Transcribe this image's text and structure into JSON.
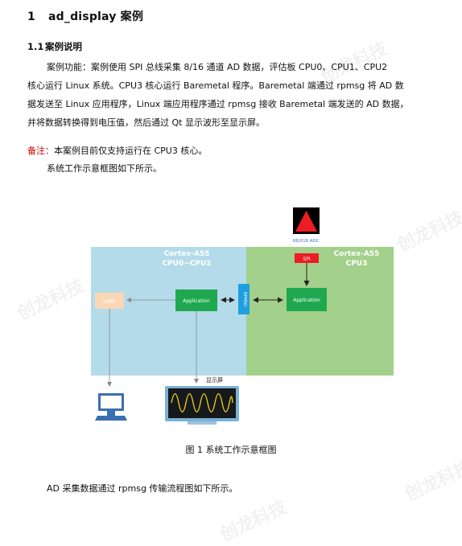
{
  "heading1": {
    "number": "1",
    "text": "ad_display 案例"
  },
  "heading2": {
    "number": "1.1",
    "text": "案例说明"
  },
  "paragraph_lines": [
    "案例功能：案例使用 SPI 总线采集 8/16 通道 AD 数据，评估板 CPU0、CPU1、CPU2",
    "核心运行 Linux 系统。CPU3 核心运行 Baremetal 程序。Baremetal 端通过 rpmsg 将 AD 数",
    "据发送至 Linux 应用程序，Linux 端应用程序通过 rpmsg 接收 Baremetal 端发送的 AD 数据，",
    "并将数据转换得到电压值，然后通过 Qt 显示波形至显示屏。"
  ],
  "note": {
    "label": "备注：",
    "text": "本案例目前仅支持运行在 CPU3 核心。"
  },
  "intro_text": "系统工作示意框图如下所示。",
  "diagram": {
    "left_region_title_1": "Cortex-A55",
    "left_region_title_2": "CPU0~CPU2",
    "right_region_title_1": "Cortex-A55",
    "right_region_title_2": "CPU3",
    "adc_label": "X8/X16 ADC",
    "spi_label": "SPI",
    "rpmsg_label": "RPMSG",
    "uart_label": "UART",
    "app_left_label": "Application",
    "app_right_label": "Application",
    "display_label": "显示屏",
    "colors": {
      "left_region": "#b4dbe9",
      "right_region": "#a3d08a",
      "application": "#1fa84f",
      "rpmsg": "#1d9fe0",
      "spi": "#ee1c24",
      "uart": "#fbd7b6",
      "region_title": "#ffffff"
    }
  },
  "caption": "图 1 系统工作示意框图",
  "outro_text": "AD 采集数据通过 rpmsg 传输流程图如下所示。",
  "watermark": "创龙科技"
}
